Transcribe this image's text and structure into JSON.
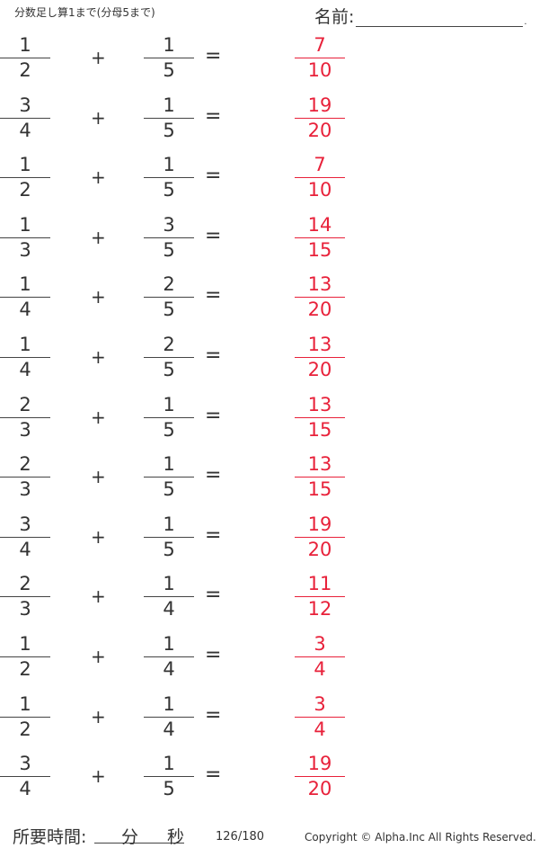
{
  "header": {
    "title": "分数足し算1まで(分母5まで)",
    "name_label": "名前:",
    "name_value": "",
    "name_end_mark": "."
  },
  "operators": {
    "plus": "+",
    "equals": "="
  },
  "answer_color": "#e8213a",
  "problems": [
    {
      "a_num": "1",
      "a_den": "2",
      "b_num": "1",
      "b_den": "5",
      "ans_num": "7",
      "ans_den": "10"
    },
    {
      "a_num": "3",
      "a_den": "4",
      "b_num": "1",
      "b_den": "5",
      "ans_num": "19",
      "ans_den": "20"
    },
    {
      "a_num": "1",
      "a_den": "2",
      "b_num": "1",
      "b_den": "5",
      "ans_num": "7",
      "ans_den": "10"
    },
    {
      "a_num": "1",
      "a_den": "3",
      "b_num": "3",
      "b_den": "5",
      "ans_num": "14",
      "ans_den": "15"
    },
    {
      "a_num": "1",
      "a_den": "4",
      "b_num": "2",
      "b_den": "5",
      "ans_num": "13",
      "ans_den": "20"
    },
    {
      "a_num": "1",
      "a_den": "4",
      "b_num": "2",
      "b_den": "5",
      "ans_num": "13",
      "ans_den": "20"
    },
    {
      "a_num": "2",
      "a_den": "3",
      "b_num": "1",
      "b_den": "5",
      "ans_num": "13",
      "ans_den": "15"
    },
    {
      "a_num": "2",
      "a_den": "3",
      "b_num": "1",
      "b_den": "5",
      "ans_num": "13",
      "ans_den": "15"
    },
    {
      "a_num": "3",
      "a_den": "4",
      "b_num": "1",
      "b_den": "5",
      "ans_num": "19",
      "ans_den": "20"
    },
    {
      "a_num": "2",
      "a_den": "3",
      "b_num": "1",
      "b_den": "4",
      "ans_num": "11",
      "ans_den": "12"
    },
    {
      "a_num": "1",
      "a_den": "2",
      "b_num": "1",
      "b_den": "4",
      "ans_num": "3",
      "ans_den": "4"
    },
    {
      "a_num": "1",
      "a_den": "2",
      "b_num": "1",
      "b_den": "4",
      "ans_num": "3",
      "ans_den": "4"
    },
    {
      "a_num": "3",
      "a_den": "4",
      "b_num": "1",
      "b_den": "5",
      "ans_num": "19",
      "ans_den": "20"
    }
  ],
  "footer": {
    "time_label": "所要時間:",
    "minute_unit": "分",
    "second_unit": "秒",
    "page_indicator": "126/180",
    "copyright": "Copyright ©  Alpha.Inc All Rights Reserved."
  }
}
